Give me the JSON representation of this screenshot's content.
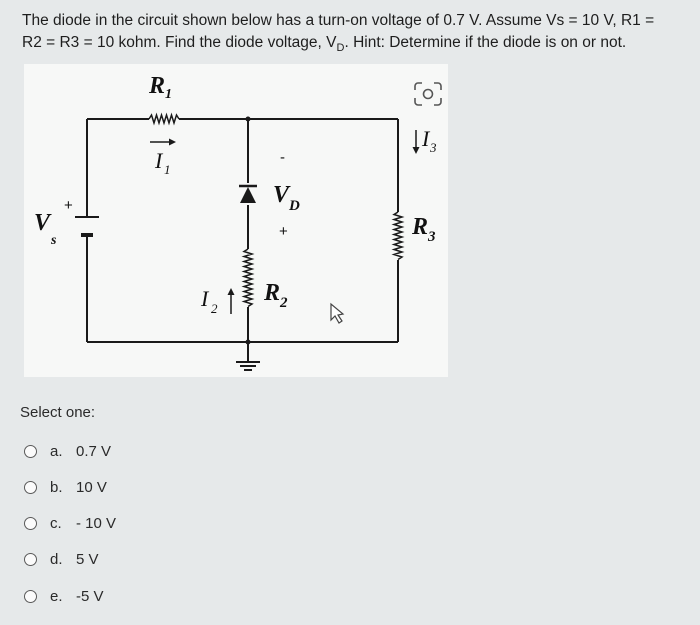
{
  "question": {
    "line1": "The diode in the circuit shown below has a turn-on voltage of 0.7 V. Assume Vs = 10 V, R1 =",
    "line2_pre": "R2 = R3 = 10 kohm. Find the diode voltage, V",
    "line2_sub": "D",
    "line2_post": ". Hint: Determine if the diode is on or not."
  },
  "circuit": {
    "r1": "R",
    "r1_sub": "1",
    "i1": "I",
    "i1_sub": "1",
    "vs": "V",
    "vs_sub": "s",
    "vs_plus": "+",
    "vd": "V",
    "vd_sub": "D",
    "vd_minus": "-",
    "vd_plus": "+",
    "r2": "R",
    "r2_sub": "2",
    "i2": "I",
    "i2_sub": "2",
    "r3": "R",
    "r3_sub": "3",
    "i3": "I",
    "i3_sub": "3"
  },
  "select_label": "Select one:",
  "options": [
    {
      "letter": "a.",
      "text": "0.7 V"
    },
    {
      "letter": "b.",
      "text": "10 V"
    },
    {
      "letter": "c.",
      "text": "- 10 V"
    },
    {
      "letter": "d.",
      "text": "5 V"
    },
    {
      "letter": "e.",
      "text": "-5 V"
    }
  ]
}
